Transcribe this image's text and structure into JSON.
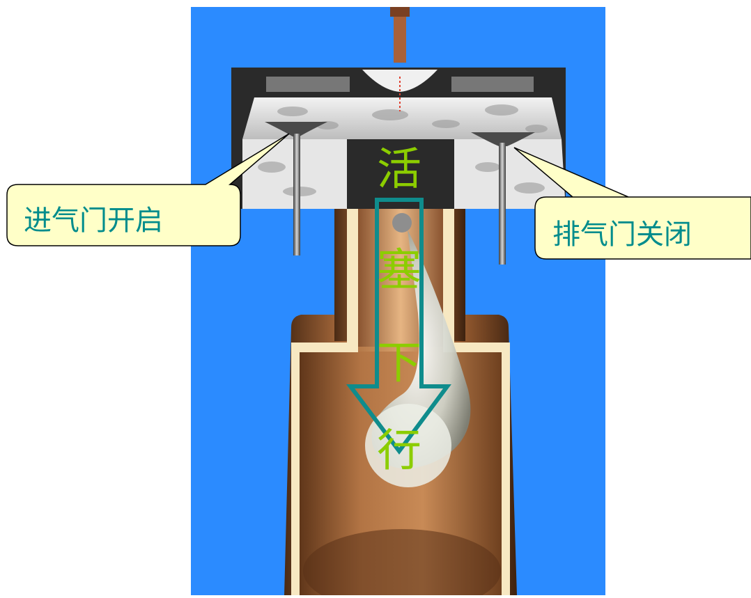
{
  "colors": {
    "background": "#2b8bff",
    "callout_fill": "#ffffc8",
    "callout_text": "#008c8c",
    "arrow_stroke": "#0f8c8c",
    "piston_text": "#8ccd00"
  },
  "callouts": {
    "intake": "进气门开启",
    "exhaust": "排气门关闭"
  },
  "piston_text": [
    "活",
    "塞",
    "下",
    "行"
  ]
}
